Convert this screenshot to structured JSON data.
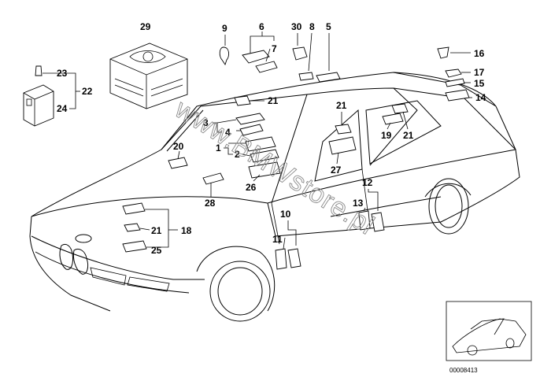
{
  "watermark": "www.BMWstore.pl",
  "reference_number": "00008413",
  "callouts": {
    "c1": "1",
    "c2": "2",
    "c3": "3",
    "c4": "4",
    "c5": "5",
    "c6": "6",
    "c7": "7",
    "c8": "8",
    "c9": "9",
    "c10": "10",
    "c11": "11",
    "c12": "12",
    "c13": "13",
    "c14": "14",
    "c15": "15",
    "c16": "16",
    "c17": "17",
    "c18": "18",
    "c19": "19",
    "c20": "20",
    "c21": "21",
    "c22": "22",
    "c23": "23",
    "c24": "24",
    "c25": "25",
    "c26": "26",
    "c27": "27",
    "c28": "28",
    "c29": "29",
    "c30": "30"
  }
}
